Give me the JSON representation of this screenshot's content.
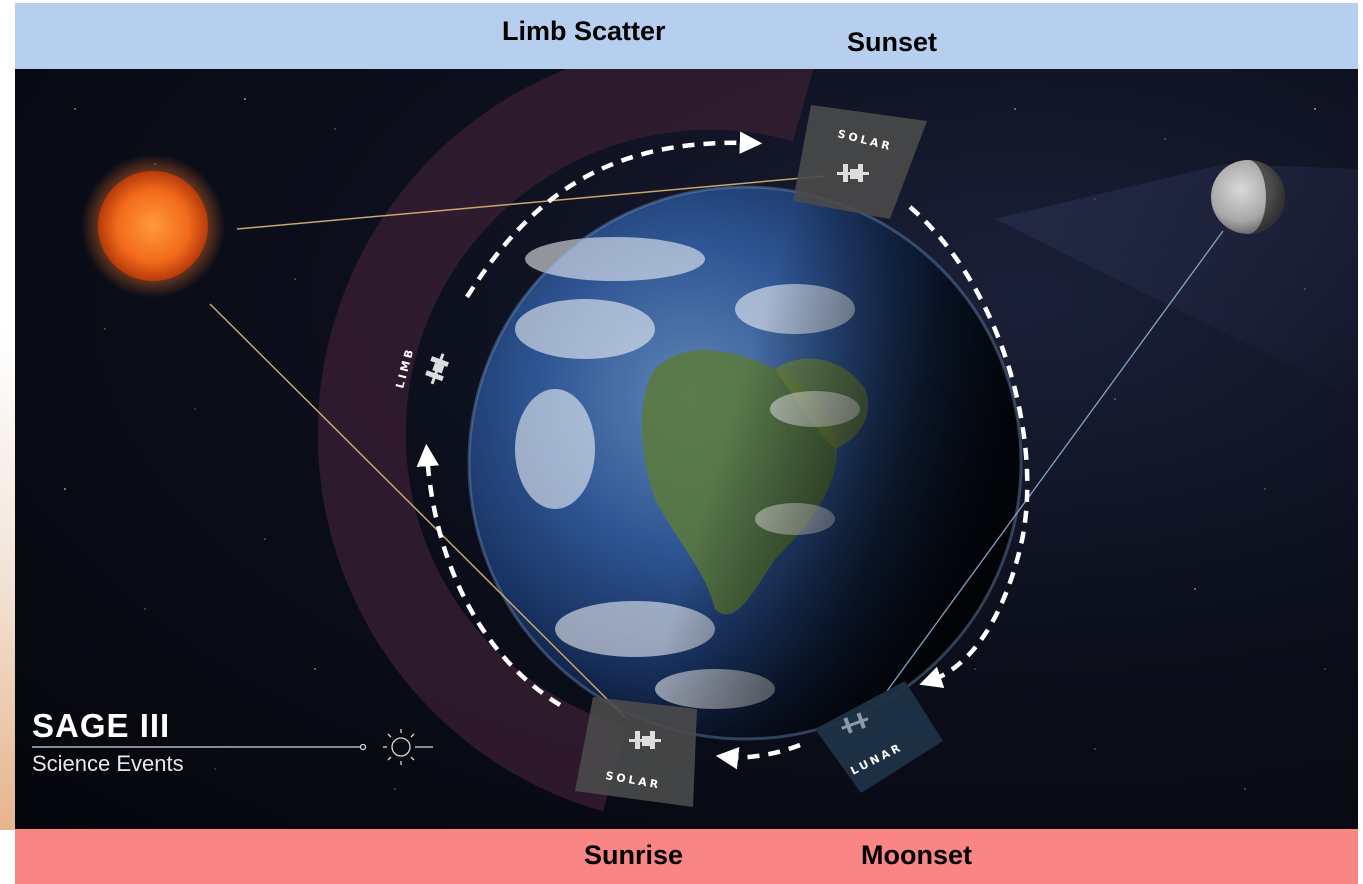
{
  "labels": {
    "limb_scatter": "Limb Scatter",
    "sunset": "Sunset",
    "sunrise": "Sunrise",
    "moonset": "Moonset"
  },
  "poster": {
    "title": "SAGE III",
    "subtitle": "Science Events"
  },
  "segments": {
    "solar_top": "SOLAR",
    "limb": "LIMB",
    "solar_bottom": "SOLAR",
    "lunar": "LUNAR"
  },
  "colors": {
    "top_band": "#b7cfee",
    "bottom_band": "#f98585",
    "space": "#0c0f1c",
    "sun": "#f26a1b",
    "moon": "#bcbcbc",
    "ring": "#3a1f33"
  }
}
